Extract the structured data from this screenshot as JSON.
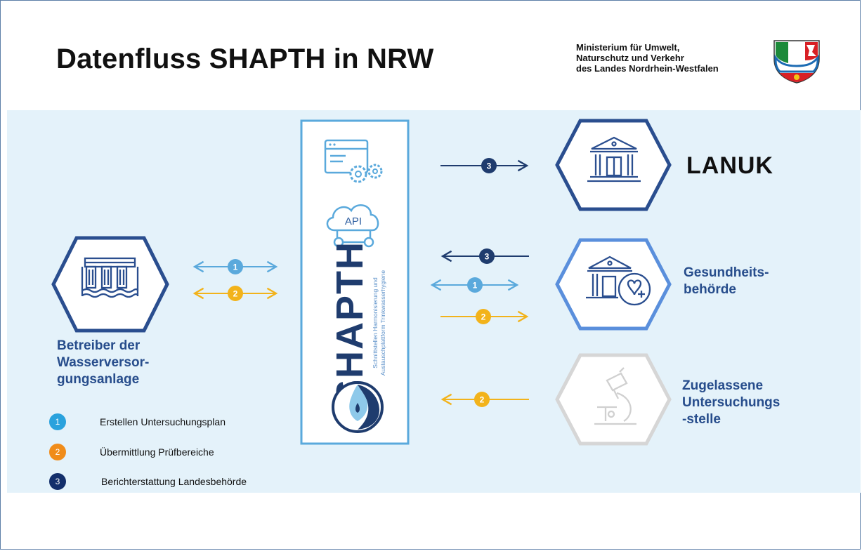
{
  "title": "Datenfluss SHAPTH in NRW",
  "ministry": {
    "line1": "Ministerium für Umwelt,",
    "line2": "Naturschutz und Verkehr",
    "line3": "des Landes Nordrhein-Westfalen"
  },
  "colors": {
    "flow_1": "#5aa9dc",
    "flow_2": "#f2b31b",
    "flow_3": "#1f3c6e",
    "hex_stroke": "#2a4e8f",
    "label_blue": "#274d8c",
    "band": "#e4f2fa"
  },
  "platform": {
    "api_label": "API",
    "name": "SHAPTH",
    "subtitle_line1": "Schnittstellen Harmonisierung und",
    "subtitle_line2": "Austauschplattform Trinkwasserhygiene"
  },
  "nodes": {
    "operator": {
      "line1": "Betreiber der",
      "line2": "Wasserversor-",
      "line3": "gungsanlage",
      "icon": "water-plant-icon"
    },
    "lanuk": {
      "label": "LANUK",
      "icon": "government-building-icon"
    },
    "health": {
      "line1": "Gesundheits-",
      "line2": "behörde",
      "icon": "health-office-icon"
    },
    "lab": {
      "line1": "Zugelassene",
      "line2": "Untersuchungs",
      "line3": "-stelle",
      "icon": "microscope-icon"
    }
  },
  "arrows": {
    "a1": "1",
    "a2": "2",
    "a3": "3"
  },
  "legend": [
    {
      "number": "1",
      "text": "Erstellen Untersuchungsplan",
      "color": "#2aa2dd"
    },
    {
      "number": "2",
      "text": "Übermittlung Prüfbereiche",
      "color": "#f08c1a"
    },
    {
      "number": "3",
      "text": "Berichterstattung Landesbehörde",
      "color": "#132f6b"
    }
  ]
}
